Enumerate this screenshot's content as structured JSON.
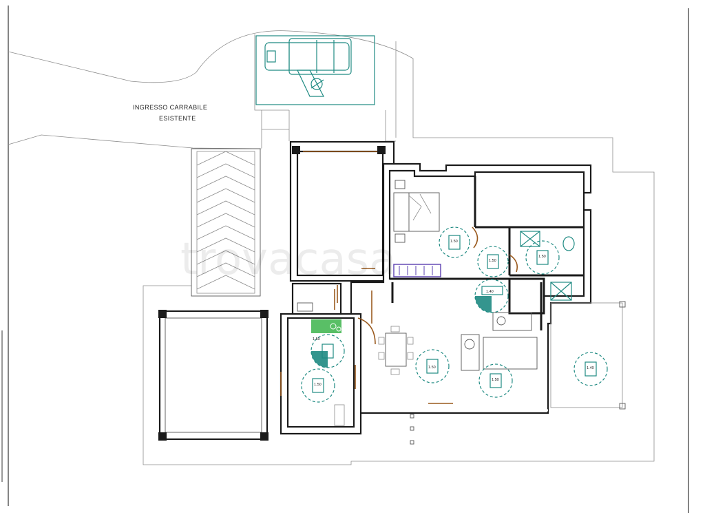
{
  "plan": {
    "access_label_line1": "INGRESSO CARRABILE",
    "access_label_line2": "ESISTENTE",
    "watermark": "trovacasa",
    "turning_circle_labels": [
      "1.50",
      "1.50",
      "1.50",
      "1.40",
      "1.50",
      "1.50",
      "1.50",
      "1.50",
      "1.40"
    ],
    "colors": {
      "walls": "#1a1a1a",
      "accessibility": "#1e8a82",
      "doors": "#9a5a1e",
      "furniture_highlight": "#5a3fb0",
      "kitchen_highlight": "#3cb44b"
    }
  }
}
